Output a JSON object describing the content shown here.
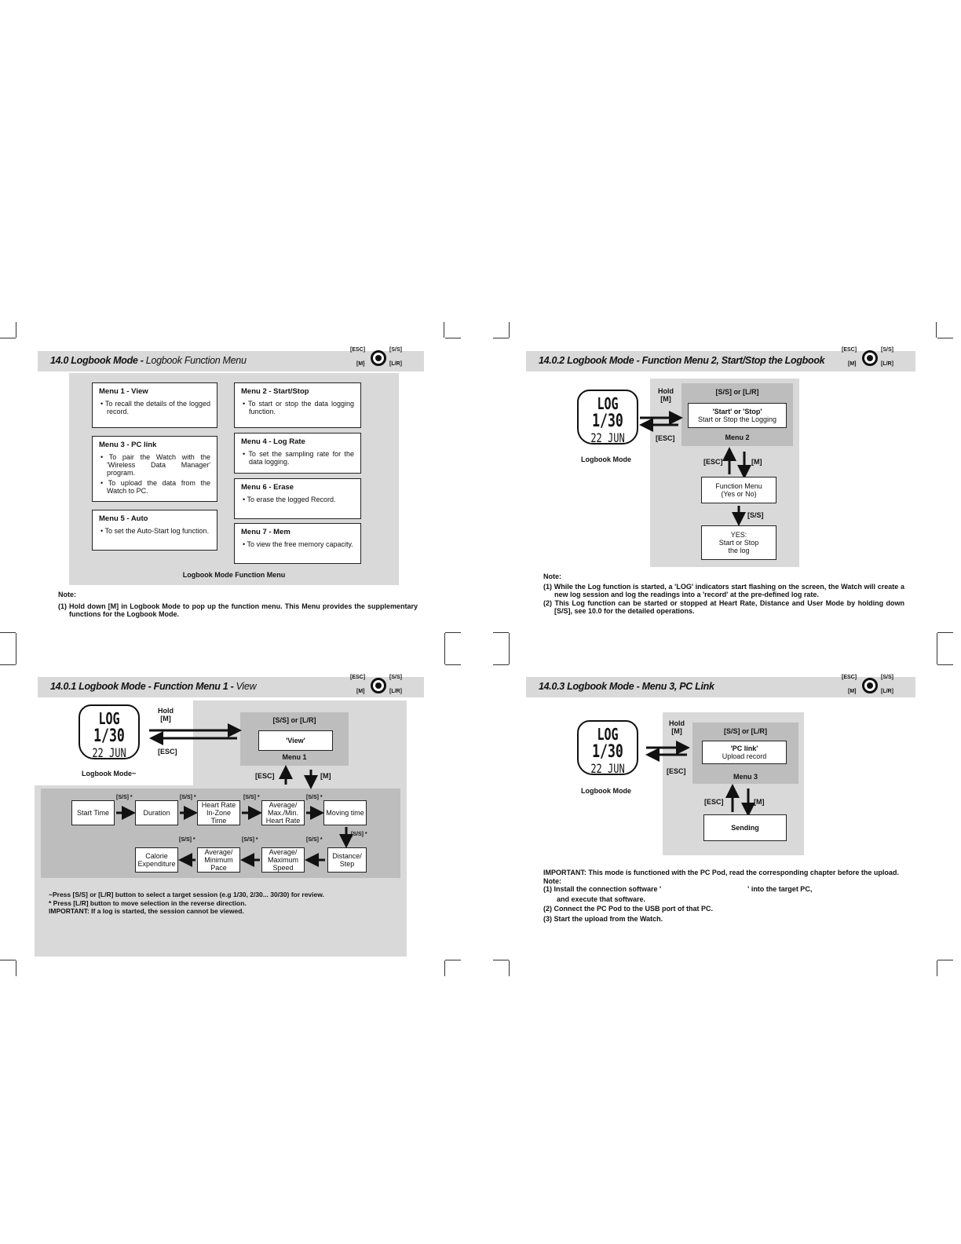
{
  "buttons": {
    "esc": "[ESC]",
    "ss": "[S/S]",
    "m": "[M]",
    "lr": "[L/R]"
  },
  "page1": {
    "title_bold": "14.0 Logbook Mode - ",
    "title_it": "Logbook Function Menu",
    "menus": [
      {
        "h": "Menu 1 - View",
        "b": [
          "• To recall the details of the logged record."
        ]
      },
      {
        "h": "Menu 2 - Start/Stop",
        "b": [
          "• To start or stop the data logging function."
        ]
      },
      {
        "h": "Menu 3 - PC link",
        "b": [
          "• To pair the Watch with the 'Wireless Data Manager' program.",
          "• To upload the data from the Watch to PC."
        ]
      },
      {
        "h": "Menu 4 - Log Rate",
        "b": [
          "• To set the sampling rate for the data logging."
        ]
      },
      {
        "h": "Menu 6 - Erase",
        "b": [
          "• To erase the logged Record."
        ]
      },
      {
        "h": "Menu 5 - Auto",
        "b": [
          "• To set the Auto-Start log function."
        ]
      },
      {
        "h": "Menu 7 - Mem",
        "b": [
          "• To view the free memory capacity."
        ]
      }
    ],
    "caption": "Logbook Mode Function Menu",
    "note_h": "Note:",
    "note_1": "(1) Hold down [M] in Logbook Mode to pop up the function menu. This Menu provides the supplementary functions for the Logbook Mode."
  },
  "page2": {
    "title": "14.0.2 Logbook Mode - Function Menu 2, Start/Stop the Logbook",
    "watch": [
      "LOG",
      "1/30",
      "22 JUN"
    ],
    "watch_label": "Logbook Mode",
    "hold": "Hold",
    "hold_m": "[M]",
    "esc": "[ESC]",
    "ss_lr": "[S/S] or [L/R]",
    "box_a": "'Start' or 'Stop'",
    "box_b": "Start or Stop the Logging",
    "menu": "Menu 2",
    "esc2": "[ESC]",
    "m2": "[M]",
    "fm_a": "Function Menu",
    "fm_b": "(Yes or No)",
    "ss": "[S/S]",
    "yes_a": "YES:",
    "yes_b": "Start or Stop",
    "yes_c": "the log",
    "note_h": "Note:",
    "note_1": "(1) While the Log function is started, a 'LOG' indicators start flashing on the screen, the Watch will create a new log session and log the readings into a 'record' at the pre-defined log rate.",
    "note_2": "(2) This Log function can be started or stopped at Heart Rate, Distance and User Mode by holding down [S/S], see 10.0 for the detailed operations."
  },
  "page3": {
    "title_bold": "14.0.1 Logbook Mode - Function Menu 1 - ",
    "title_it": "View",
    "watch": [
      "LOG",
      "1/30",
      "22 JUN"
    ],
    "watch_label": "Logbook Mode~",
    "hold": "Hold",
    "hold_m": "[M]",
    "esc": "[ESC]",
    "ss_lr": "[S/S] or [L/R]",
    "view": "'View'",
    "menu": "Menu 1",
    "esc2": "[ESC]",
    "m2": "[M]",
    "row1": [
      "Start Time",
      "Duration",
      "Heart Rate In-Zone Time",
      "Average/ Max./Min. Heart Rate",
      "Moving time"
    ],
    "row2": [
      "Calorie Expenditure",
      "Average/ Minimum Pace",
      "Average/ Maximum Speed",
      "Distance/ Step"
    ],
    "ss_star": "[S/S] *",
    "foot_1": "~Press [S/S] or [L/R] button to select a target session (e.g 1/30, 2/30... 30/30) for review.",
    "foot_2": "* Press [L/R] button to move selection in the reverse direction.",
    "foot_3": "IMPORTANT: If a log is started, the session cannot be viewed."
  },
  "page4": {
    "title": "14.0.3 Logbook Mode - Menu 3, PC Link",
    "watch": [
      "LOG",
      "1/30",
      "22 JUN"
    ],
    "watch_label": "Logbook Mode",
    "hold": "Hold",
    "hold_m": "[M]",
    "esc": "[ESC]",
    "ss_lr": "[S/S] or [L/R]",
    "box_a": "'PC link'",
    "box_b": "Upload record",
    "menu": "Menu 3",
    "esc2": "[ESC]",
    "m2": "[M]",
    "sending": "Sending",
    "imp": "IMPORTANT:  This mode is functioned with the PC Pod, read the corresponding chapter before the upload.",
    "note_h": "Note:",
    "note_1a": "(1) Install the connection software '",
    "note_1b": "' into the target PC,",
    "note_1c": "and execute that software.",
    "note_2": "(2) Connect the PC Pod to the USB port of that PC.",
    "note_3": "(3) Start the upload from the Watch."
  }
}
